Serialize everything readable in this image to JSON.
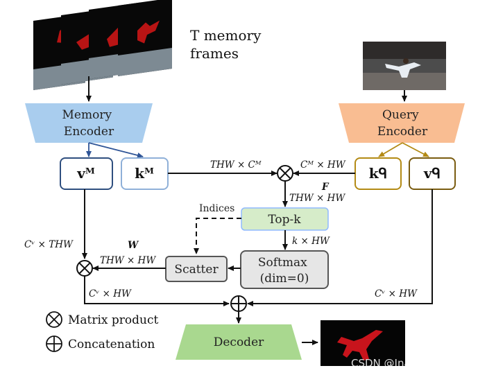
{
  "memory_frames_label": [
    "T memory",
    "frames"
  ],
  "memory_encoder_label": [
    "Memory",
    "Encoder"
  ],
  "query_encoder_label": [
    "Query",
    "Encoder"
  ],
  "vM": "vᴹ",
  "kM": "kᴹ",
  "kQ": "kᑫ",
  "vQ": "vᑫ",
  "label_THW_CM": "THW × Cᴹ",
  "label_CM_HW": "Cᴹ × HW",
  "label_F": "F",
  "label_THW_HW_top": "THW × HW",
  "indices_label": "Indices",
  "topk_label": "Top-k",
  "label_k_HW": "k × HW",
  "label_W": "W",
  "label_THW_HW_left": "THW × HW",
  "scatter_label": "Scatter",
  "softmax_label": [
    "Softmax",
    "(dim=0)"
  ],
  "label_Cv_THW": "Cᵛ × THW",
  "label_Cv_HW_left": "Cᵛ × HW",
  "label_Cv_HW_right": "Cᵛ × HW",
  "legend_matrix": "Matrix product",
  "legend_concat": "Concatenation",
  "decoder_label": "Decoder",
  "watermark": "CSDN @InactionWorld",
  "colors": {
    "memory_encoder": "#a9cdee",
    "query_encoder": "#f9bd92",
    "decoder": "#a9d88f",
    "topk": "#d6ecc9",
    "vM_border": "#2f4f7f",
    "kM_border": "#8fb0d8",
    "kQ_border": "#b38a14",
    "vQ_border": "#7a5c10",
    "gray_box": "#e6e6e6"
  }
}
